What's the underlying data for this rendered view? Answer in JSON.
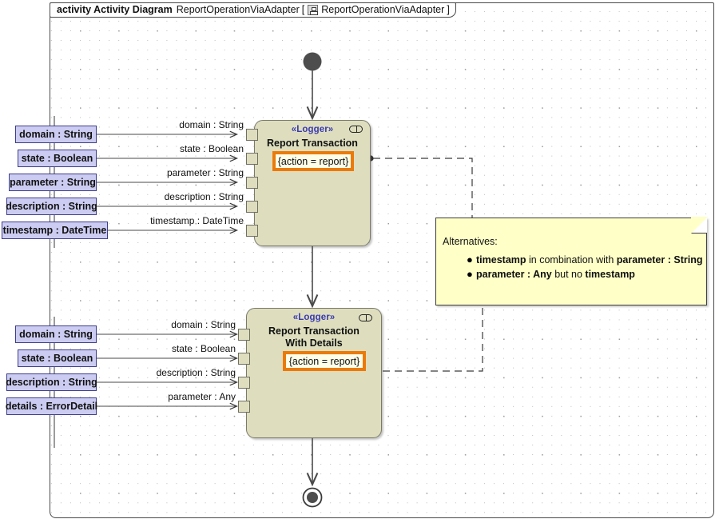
{
  "frame": {
    "keyword": "activity Activity Diagram",
    "name": "ReportOperationViaAdapter",
    "bracket_open": "[",
    "icon": "activity-diagram-icon",
    "qualified_name": "ReportOperationViaAdapter",
    "bracket_close": "]"
  },
  "nodes": [
    {
      "id": "report-transaction",
      "stereotype": "«Logger»",
      "title_line1": "Report Transaction",
      "title_line2": "",
      "tag": "{action = report}",
      "rake_icon": "rake-icon",
      "pins": [
        {
          "label": "domain : String"
        },
        {
          "label": "state : Boolean"
        },
        {
          "label": "parameter : String"
        },
        {
          "label": "description : String"
        },
        {
          "label": "timestamp : DateTime"
        }
      ],
      "parameters": [
        {
          "label": "domain : String"
        },
        {
          "label": "state : Boolean"
        },
        {
          "label": "parameter : String"
        },
        {
          "label": "description : String"
        },
        {
          "label": "timestamp : DateTime"
        }
      ]
    },
    {
      "id": "report-transaction-with-details",
      "stereotype": "«Logger»",
      "title_line1": "Report Transaction",
      "title_line2": "With Details",
      "tag": "{action = report}",
      "rake_icon": "rake-icon",
      "pins": [
        {
          "label": "domain : String"
        },
        {
          "label": "state : Boolean"
        },
        {
          "label": "description : String"
        },
        {
          "label": "parameter : Any"
        }
      ],
      "parameters": [
        {
          "label": "domain : String"
        },
        {
          "label": "state : Boolean"
        },
        {
          "label": "description : String"
        },
        {
          "label": "details : ErrorDetail"
        }
      ]
    }
  ],
  "note": {
    "header": "Alternatives:",
    "bullet": "●",
    "items": [
      [
        {
          "text": "timestamp",
          "bold": true
        },
        {
          "text": " in combination with ",
          "bold": false
        },
        {
          "text": " parameter : String",
          "bold": true
        }
      ],
      [
        {
          "text": "parameter : Any",
          "bold": true
        },
        {
          "text": " but no ",
          "bold": false
        },
        {
          "text": "timestamp",
          "bold": true
        }
      ]
    ]
  },
  "control_nodes": {
    "initial": "initial-node",
    "final": "activity-final-node"
  },
  "colors": {
    "node_fill": "#dedebf",
    "node_border": "#7a7a6b",
    "param_fill": "#ccccf2",
    "param_border": "#3c3c8c",
    "note_fill": "#ffffc8",
    "tag_accent": "#ec7a08",
    "stereotype_text": "#3a3ab0",
    "canvas": "#ffffff"
  }
}
